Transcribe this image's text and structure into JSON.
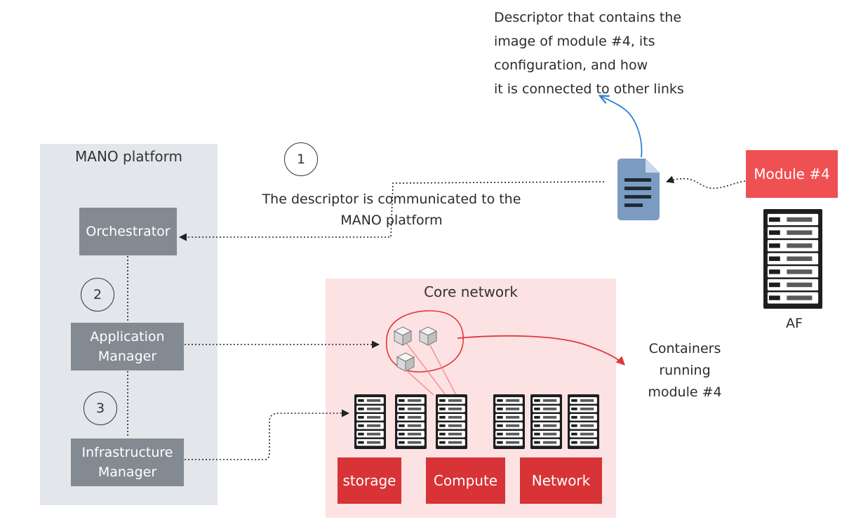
{
  "mano": {
    "title": "MANO platform",
    "orchestrator": "Orchestrator",
    "application_manager": "Application Manager",
    "infrastructure_manager": "Infrastructure Manager"
  },
  "steps": [
    "1",
    "2",
    "3"
  ],
  "notes": {
    "descriptor_lines": [
      "Descriptor that contains the",
      "image of module #4, its",
      "configuration, and how",
      "it is connected to other links"
    ],
    "communicated_lines": [
      "The descriptor is communicated to the",
      "MANO platform"
    ],
    "containers_lines": [
      "Containers",
      "running",
      "module #4"
    ]
  },
  "core": {
    "title": "Core network",
    "storage": "storage",
    "compute": "Compute",
    "network": "Network"
  },
  "module": {
    "label": "Module #4",
    "server_label": "AF"
  },
  "colors": {
    "mano_panel": "#e3e6ea",
    "manager_box": "#838a92",
    "core_panel": "#fde2e3",
    "resource_box": "#d83336",
    "module_box": "#ef5052",
    "descriptor_arrow": "#2f7fd1",
    "container_link": "#e0393b",
    "document_icon": "#7b9cc0"
  }
}
